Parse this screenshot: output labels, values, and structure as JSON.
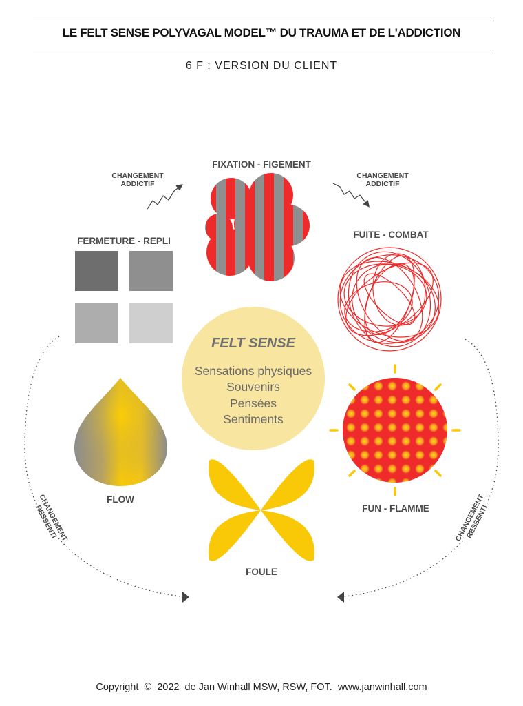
{
  "header": {
    "title": "LE FELT SENSE POLYVAGAL MODEL™ DU TRAUMA ET DE L'ADDICTION",
    "subtitle": "6 F : VERSION DU CLIENT"
  },
  "states": {
    "fixation": "FIXATION - FIGEMENT",
    "fermeture": "FERMETURE - REPLI",
    "fuite": "FUITE - COMBAT",
    "flow": "FLOW",
    "fun": "FUN - FLAMME",
    "foule": "FOULE"
  },
  "shifts": {
    "addictif_line1": "CHANGEMENT",
    "addictif_line2": "ADDICTIF",
    "ressenti_line1": "CHANGEMENT",
    "ressenti_line2": "RESSENTI"
  },
  "center": {
    "title": "FELT SENSE",
    "items": [
      "Sensations physiques",
      "Souvenirs",
      "Pensées",
      "Sentiments"
    ]
  },
  "footer": {
    "copyright": "Copyright  ©  2022  de Jan Winhall MSW, RSW, FOT.  www.janwinhall.com"
  },
  "colors": {
    "red": "#ee2a2a",
    "grey": "#8f8f8f",
    "yellow": "#f9c908",
    "pale_yellow": "#f8e59f"
  }
}
